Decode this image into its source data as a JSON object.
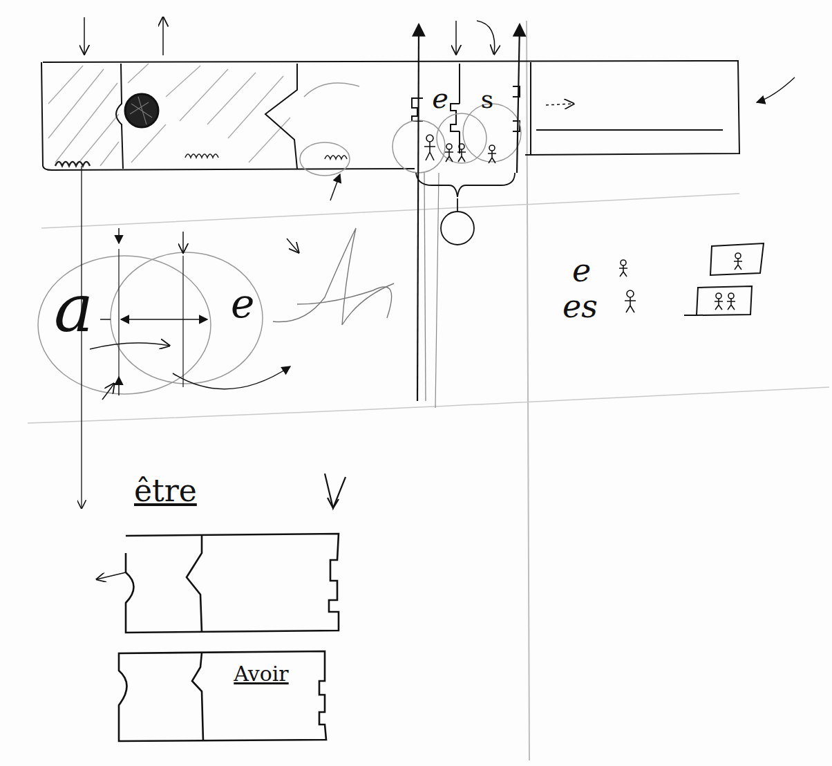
{
  "diagram": {
    "nodes": [
      {
        "text": [
          "e"
        ]
      },
      {
        "text": [
          "s"
        ]
      },
      {
        "text": [
          "être"
        ]
      },
      {
        "text": [
          "Avoir"
        ]
      }
    ],
    "labels": [
      "a",
      "e",
      "e",
      "es"
    ]
  }
}
